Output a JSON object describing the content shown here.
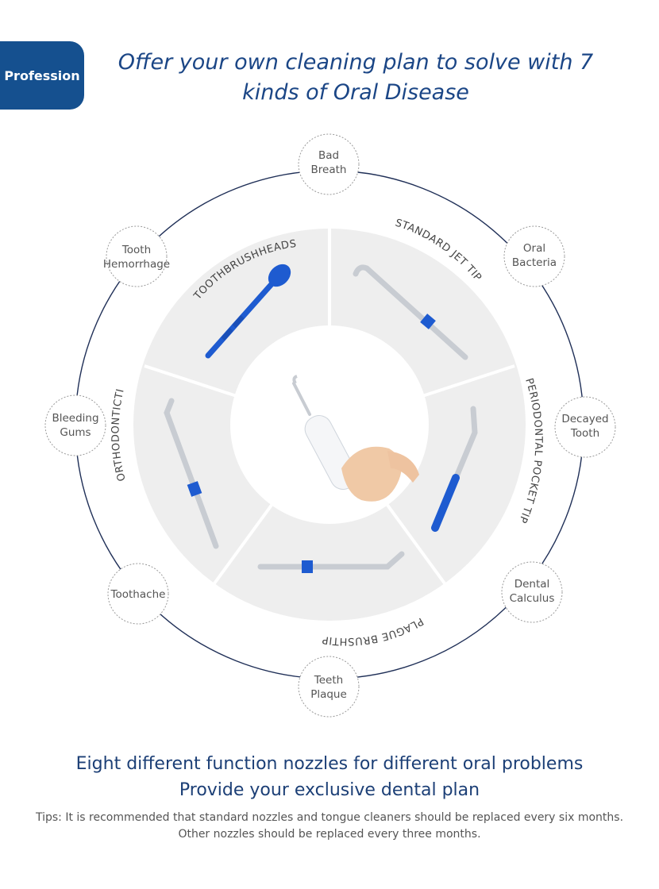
{
  "badge": "Profession",
  "headline": {
    "line1": "Offer your own cleaning plan to solve with 7",
    "line2": "kinds of Oral Disease"
  },
  "diseases": [
    {
      "line1": "Bad",
      "line2": "Breath"
    },
    {
      "line1": "Oral",
      "line2": "Bacteria"
    },
    {
      "line1": "Decayed",
      "line2": "Tooth"
    },
    {
      "line1": "Dental",
      "line2": "Calculus"
    },
    {
      "line1": "Teeth",
      "line2": "Plaque"
    },
    {
      "line1": "Toothache",
      "line2": ""
    },
    {
      "line1": "Bleeding",
      "line2": "Gums"
    },
    {
      "line1": "Tooth",
      "line2": "Hemorrhage"
    }
  ],
  "nozzles": [
    "TOOTHBRUSHHEADS",
    "STANDARD JET TIP",
    "PERIODONTAL POCKET TIP",
    "PLAGUE BRUSHTIP",
    "ORTHODONTICTI"
  ],
  "colors": {
    "brand_blue": "#15508f",
    "nozzle_blue": "#1e5bd0",
    "ring_gray": "#eeeeee"
  },
  "footer": {
    "line1": "Eight different function nozzles for different oral problems",
    "line2": "Provide your exclusive dental plan",
    "tips": "Tips: It is recommended that standard nozzles and tongue cleaners should be replaced every six months. Other nozzles should be replaced every three months."
  }
}
